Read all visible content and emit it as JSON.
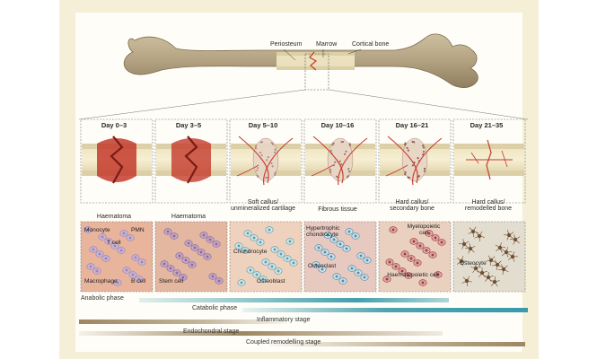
{
  "bone_labels": {
    "periosteum": "Periosteum",
    "marrow": "Marrow",
    "cortical_bone": "Cortical bone"
  },
  "stages": [
    {
      "day": "Day 0–3",
      "caption": "Haematoma"
    },
    {
      "day": "Day 3–5",
      "caption": "Haematoma"
    },
    {
      "day": "Day 5–10",
      "caption": "Soft callus/ unmineralized cartilage"
    },
    {
      "day": "Day 10–16",
      "caption": "Fibrous tissue"
    },
    {
      "day": "Day 16–21",
      "caption": "Hard callus/ secondary bone"
    },
    {
      "day": "Day 21–35",
      "caption": "Hard callus/ remodelled bone"
    }
  ],
  "cell_labels": {
    "p1": {
      "monocyte": "Monocyte",
      "pmn": "PMN",
      "tcell": "T cell",
      "macrophage": "Macrophage",
      "bcell": "B cell"
    },
    "p2": {
      "stemcell": "Stem cell"
    },
    "p3": {
      "chondrocyte": "Chondrocyte",
      "osteoblast": "Osteoblast"
    },
    "p4": {
      "hypertrophic": "Hypertrophic chondrocyte",
      "osteoclast": "Osteoclast"
    },
    "p5": {
      "myelopoietic": "Myelopoietic cell",
      "haematopoietic": "Haematopoietic cell"
    },
    "p6": {
      "osteocyte": "Osteocyte"
    }
  },
  "phases": [
    {
      "name": "Anabolic phase"
    },
    {
      "name": "Catabolic phase"
    },
    {
      "name": "Inflammatory stage"
    },
    {
      "name": "Endochondral stage"
    },
    {
      "name": "Coupled remodelling stage"
    }
  ],
  "colors": {
    "bone": "#b8a787",
    "callus_red": "#c4392c",
    "marrow": "#f2e3b0",
    "teal": "#3a9aa8",
    "tan": "#a8916a"
  }
}
